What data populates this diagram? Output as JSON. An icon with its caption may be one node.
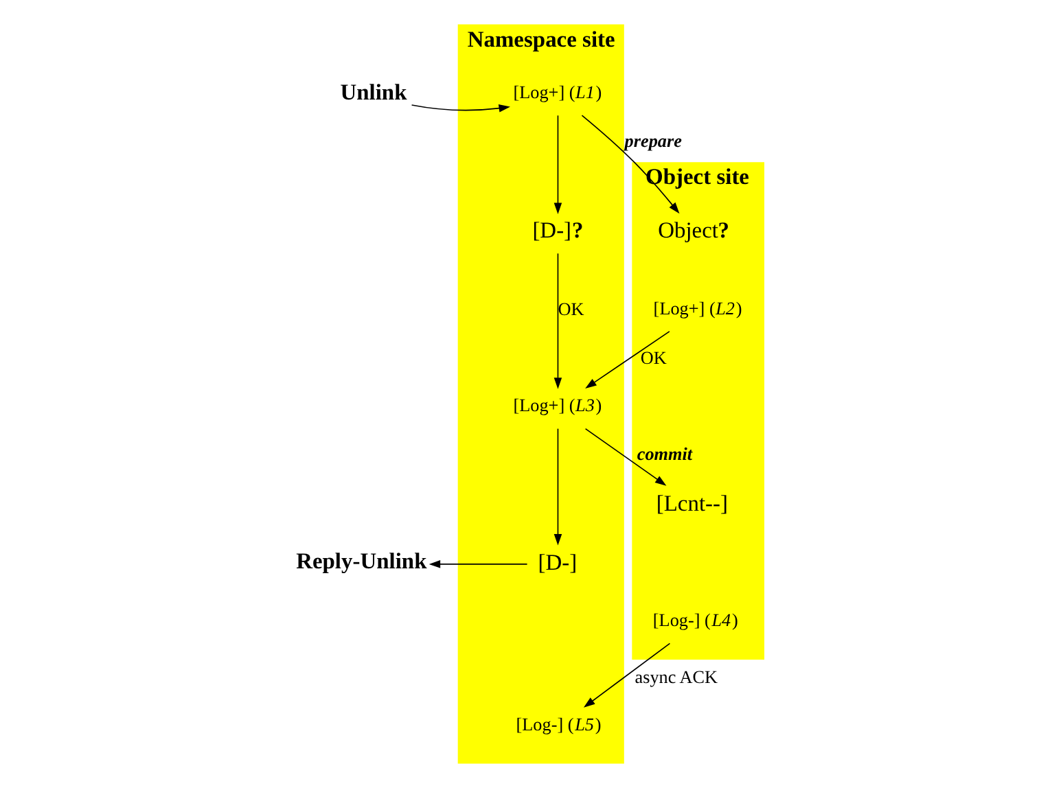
{
  "diagram": {
    "nodes": [
      {
        "text": [
          "Namespace site"
        ]
      },
      {
        "text": [
          "Object site"
        ]
      },
      {
        "text": [
          "Unlink"
        ]
      },
      {
        "text": [
          "[Log+] (*L1*)"
        ],
        "in": 0
      },
      {
        "text": [
          "[D-]**?**"
        ],
        "in": 0
      },
      {
        "text": [
          "Object**?**"
        ],
        "in": 1
      },
      {
        "text": [
          "[Log+] (*L2*)"
        ],
        "in": 1
      },
      {
        "text": [
          "[Log+] (*L3*)"
        ],
        "in": 0
      },
      {
        "text": [
          "[D-]"
        ],
        "in": 0
      },
      {
        "text": [
          "[Lcnt--]"
        ],
        "in": 1
      },
      {
        "text": [
          "[Log-] (*L4*)"
        ],
        "in": 1
      },
      {
        "text": [
          "Reply-Unlink"
        ]
      },
      {
        "text": [
          "[Log-] (*L5*)"
        ],
        "in": 0
      }
    ],
    "edges": [
      {
        "from": 2,
        "to": 3,
        "arrow": "to"
      },
      {
        "from": 3,
        "to": 4,
        "arrow": "to"
      },
      {
        "from": 3,
        "to": 5,
        "arrow": "to",
        "label": "prepare"
      },
      {
        "from": 4,
        "to": 7,
        "arrow": "to",
        "label": "OK"
      },
      {
        "from": 6,
        "to": 7,
        "arrow": "to",
        "label": "OK"
      },
      {
        "from": 7,
        "to": 8,
        "arrow": "to"
      },
      {
        "from": 7,
        "to": 9,
        "arrow": "to",
        "label": "commit"
      },
      {
        "from": 8,
        "to": 11,
        "arrow": "to"
      },
      {
        "from": 10,
        "to": 12,
        "arrow": "to",
        "label": "async ACK"
      }
    ]
  }
}
